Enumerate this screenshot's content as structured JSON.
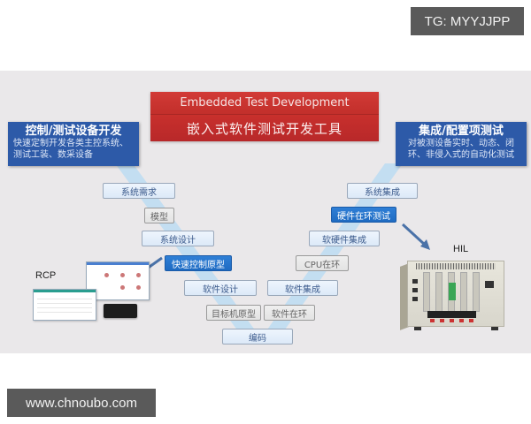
{
  "watermarks": {
    "top_right": "TG: MYYJJPP",
    "bottom_left": "www.chnoubo.com"
  },
  "title": {
    "english": "Embedded Test Development",
    "chinese": "嵌入式软件测试开发工具"
  },
  "left_card": {
    "title": "控制/测试设备开发",
    "description": "快速定制开发各类主控系统、测试工装、数采设备"
  },
  "right_card": {
    "title": "集成/配置项测试",
    "description": "对被测设备实时、动态、闭环、非侵入式的自动化测试"
  },
  "v_model": {
    "left_branch": [
      {
        "label": "系统需求",
        "style": "normal"
      },
      {
        "label": "模型",
        "style": "gray"
      },
      {
        "label": "系统设计",
        "style": "normal"
      },
      {
        "label": "快速控制原型",
        "style": "highlight"
      },
      {
        "label": "软件设计",
        "style": "normal"
      },
      {
        "label": "目标机原型",
        "style": "gray"
      }
    ],
    "bottom": {
      "label": "编码",
      "style": "normal"
    },
    "right_branch": [
      {
        "label": "软件在环",
        "style": "gray"
      },
      {
        "label": "软件集成",
        "style": "normal"
      },
      {
        "label": "CPU在环",
        "style": "gray"
      },
      {
        "label": "软硬件集成",
        "style": "normal"
      },
      {
        "label": "硬件在环测试",
        "style": "highlight"
      },
      {
        "label": "系统集成",
        "style": "normal"
      }
    ]
  },
  "devices": {
    "rcp_label": "RCP",
    "hil_label": "HIL"
  },
  "colors": {
    "title_red": "#c9302c",
    "card_blue": "#2d5aa8",
    "highlight_blue": "#1f6bc2",
    "step_light_blue": "#dce9f8",
    "panel_gray": "#eae8ea",
    "arrow_blue": "#4a72a8",
    "v_stripe": "#b8d8f0"
  }
}
